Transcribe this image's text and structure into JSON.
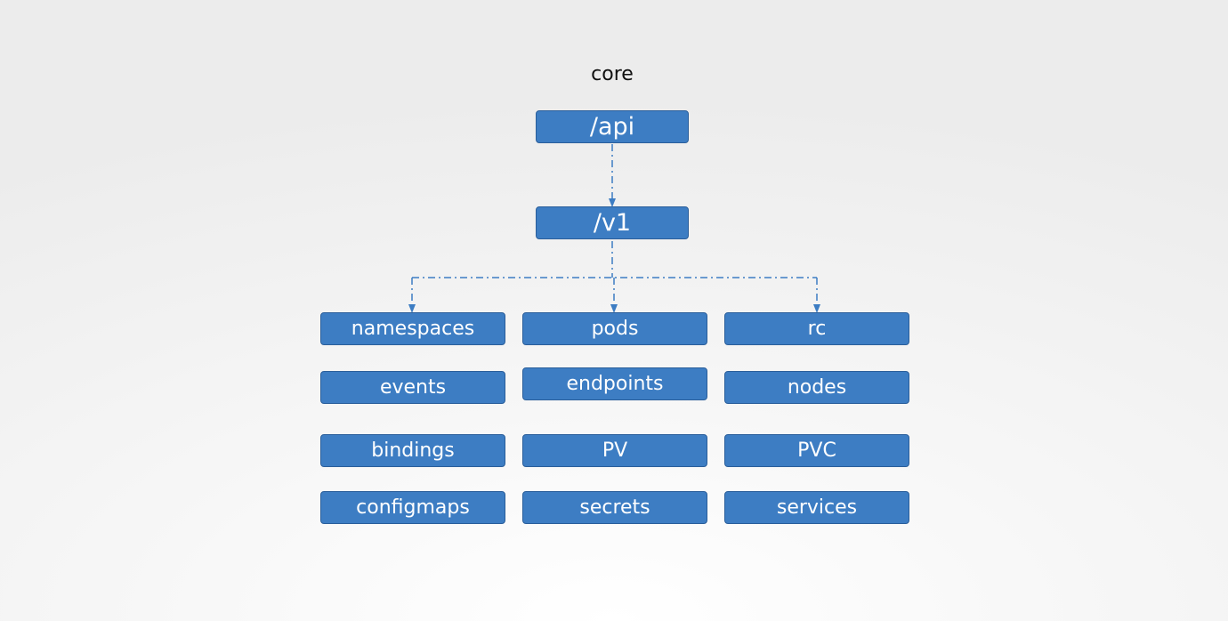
{
  "title": "core",
  "colors": {
    "box_fill": "#3d7dc3",
    "box_border": "#2a5e9a",
    "connector": "#3d7dc3"
  },
  "nodes": {
    "api": "/api",
    "v1": "/v1"
  },
  "resources": [
    [
      "namespaces",
      "pods",
      "rc"
    ],
    [
      "events",
      "endpoints",
      "nodes"
    ],
    [
      "bindings",
      "PV",
      "PVC"
    ],
    [
      "configmaps",
      "secrets",
      "services"
    ]
  ]
}
